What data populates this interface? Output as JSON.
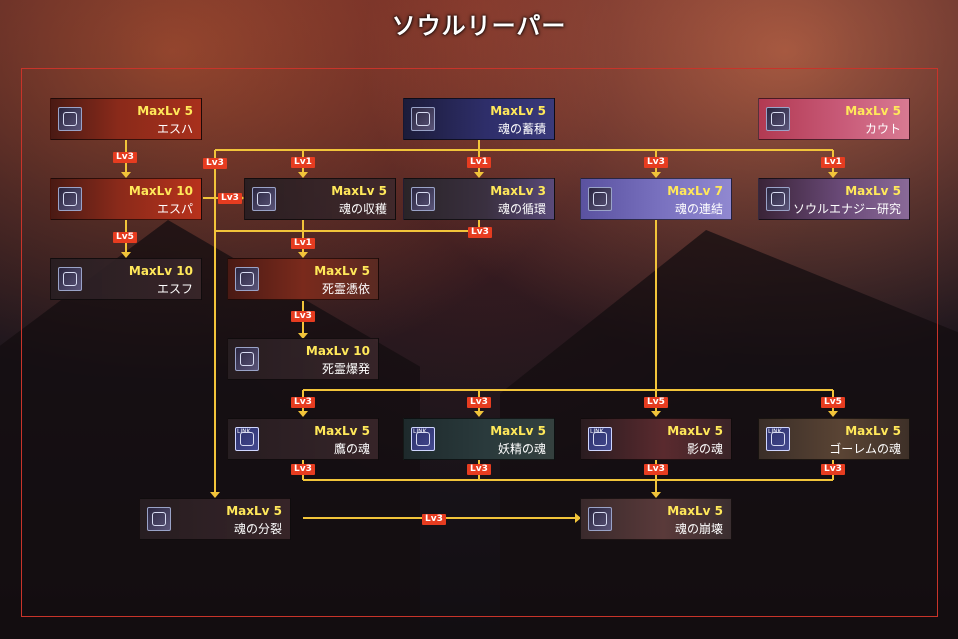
{
  "title": "ソウルリーパー",
  "colors": {
    "frame": "#c8342a",
    "line": "#f2c43a",
    "badge": "#e63c20",
    "max_level": "#ffe85a"
  },
  "skills": {
    "esuha": {
      "max": "MaxLv 5",
      "name": "エスハ",
      "icon": "diagonal-lines-icon"
    },
    "esupa": {
      "max": "MaxLv 10",
      "name": "エスパ",
      "icon": "layered-lines-icon"
    },
    "esufu": {
      "max": "MaxLv 10",
      "name": "エスフ",
      "icon": "striped-box-icon"
    },
    "tamashii_chikuseki": {
      "max": "MaxLv 5",
      "name": "魂の蓄積",
      "icon": "soul-orb-icon"
    },
    "kauto": {
      "max": "MaxLv 5",
      "name": "カウト",
      "icon": "pentagon-icon"
    },
    "shuukaku": {
      "max": "MaxLv 5",
      "name": "魂の収穫",
      "icon": "swirl-icon"
    },
    "junkan": {
      "max": "MaxLv 3",
      "name": "魂の循環",
      "icon": "cycle-icon"
    },
    "renketsu": {
      "max": "MaxLv 7",
      "name": "魂の連結",
      "icon": "chain-bowl-icon"
    },
    "kenkyuu": {
      "max": "MaxLv 5",
      "name": "ソウルエナジー研究",
      "icon": "rune-icon"
    },
    "hyoui": {
      "max": "MaxLv 5",
      "name": "死霊憑依",
      "icon": "skull-icon"
    },
    "bakuhatsu": {
      "max": "MaxLv 10",
      "name": "死霊爆発",
      "icon": "burst-icon"
    },
    "taka": {
      "max": "MaxLv 5",
      "name": "鷹の魂",
      "icon": "link-hawk-icon"
    },
    "yousei": {
      "max": "MaxLv 5",
      "name": "妖精の魂",
      "icon": "link-fairy-icon"
    },
    "kage": {
      "max": "MaxLv 5",
      "name": "影の魂",
      "icon": "link-shadow-icon"
    },
    "golem": {
      "max": "MaxLv 5",
      "name": "ゴーレムの魂",
      "icon": "link-golem-icon"
    },
    "bunretsu": {
      "max": "MaxLv 5",
      "name": "魂の分裂",
      "icon": "split-soul-icon"
    },
    "houkai": {
      "max": "MaxLv 5",
      "name": "魂の崩壊",
      "icon": "collapse-icon"
    }
  },
  "badges": {
    "lv1": "Lv1",
    "lv3": "Lv3",
    "lv5": "Lv5"
  }
}
